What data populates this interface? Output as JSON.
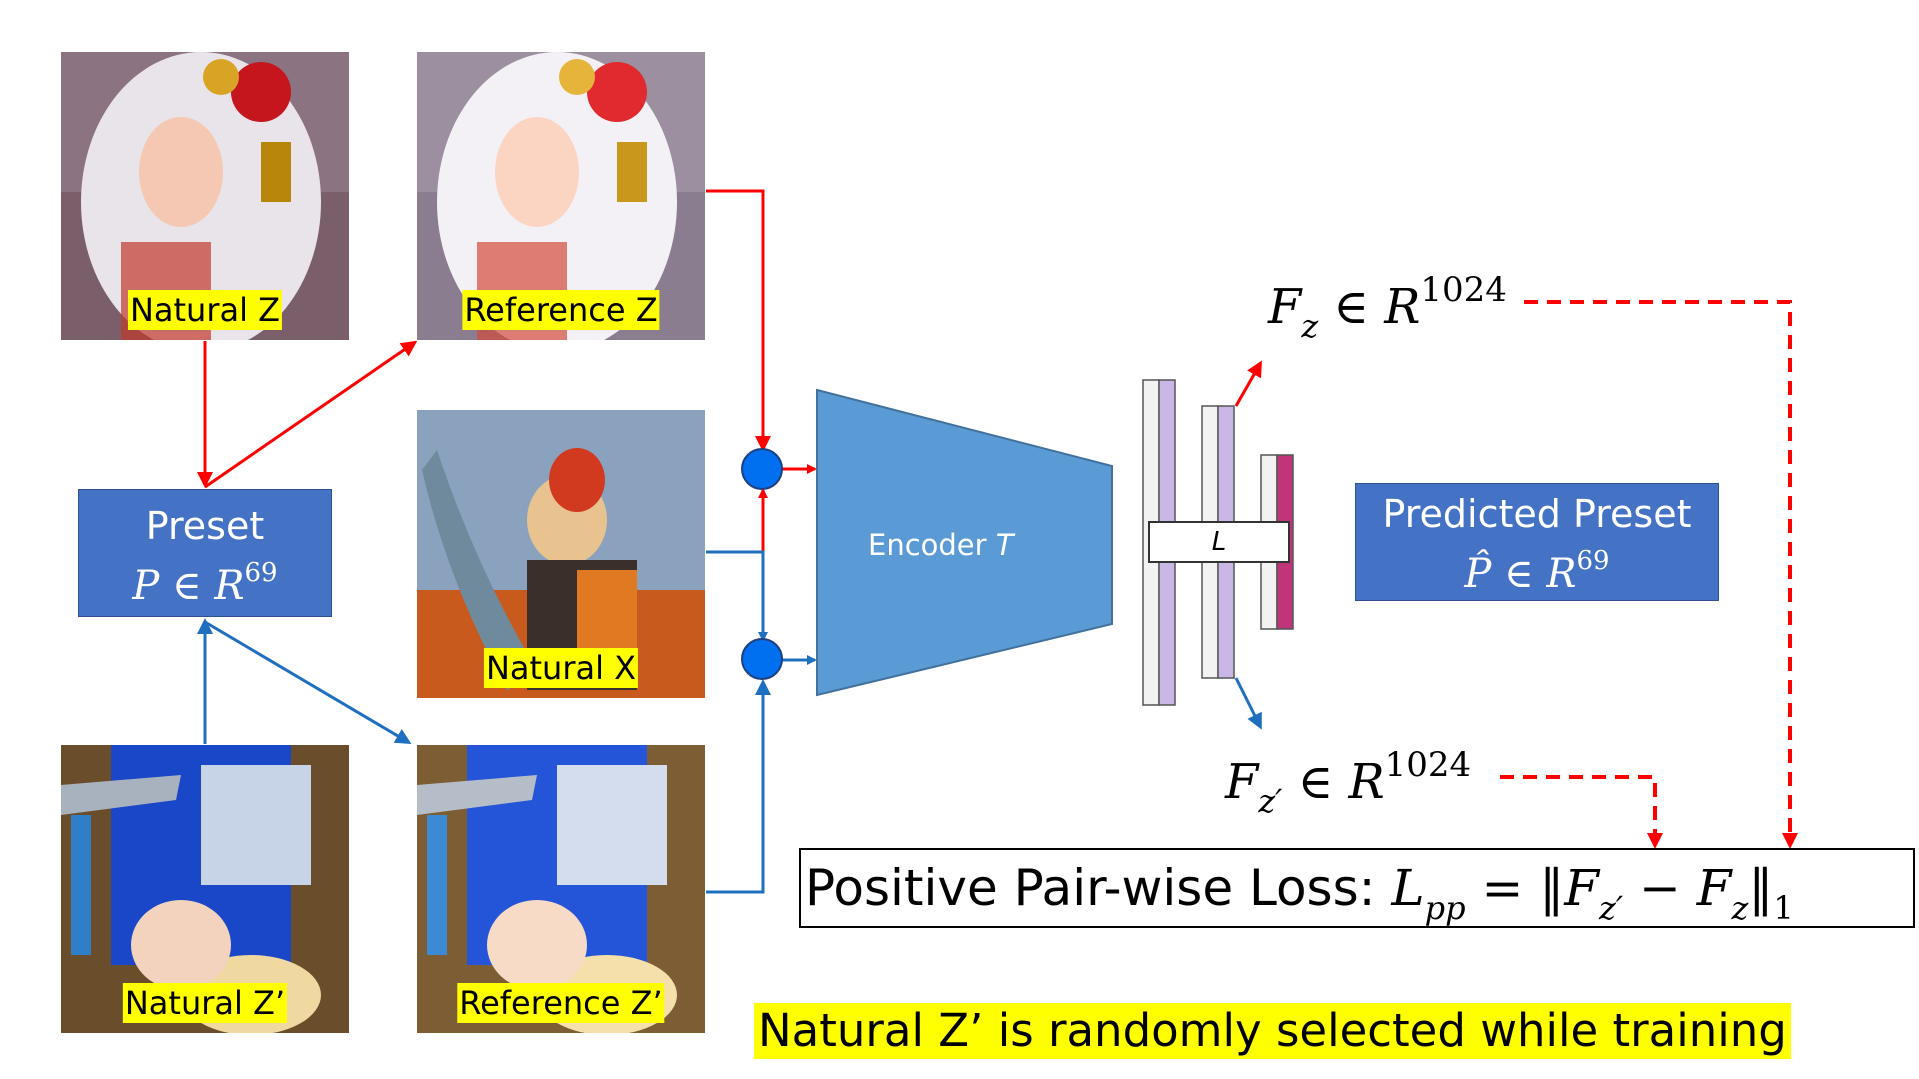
{
  "images": {
    "natural_z": {
      "label": "Natural Z"
    },
    "reference_z": {
      "label": "Reference Z"
    },
    "natural_x": {
      "label": "Natural X"
    },
    "natural_z_prime": {
      "label": "Natural Z’"
    },
    "reference_z_prime": {
      "label": "Reference Z’"
    }
  },
  "preset_box": {
    "title": "Preset",
    "var": "P",
    "in": " ∈ ",
    "space": "R",
    "dim": "69"
  },
  "predicted_box": {
    "title": "Predicted Preset",
    "var": "P̂",
    "in": " ∈ ",
    "space": "R",
    "dim": "69"
  },
  "encoder": {
    "label": "Encoder",
    "symbol": "T"
  },
  "layer_label": "L",
  "features": {
    "fz": {
      "var": "F",
      "sub": "z",
      "in": " ∈ ",
      "space": "R",
      "dim": "1024"
    },
    "fz_prime": {
      "var": "F",
      "sub": "z′",
      "in": " ∈ ",
      "space": "R",
      "dim": "1024"
    }
  },
  "loss": {
    "text": "Positive Pair-wise Loss: ",
    "lhs_var": "L",
    "lhs_sub": "pp",
    "equals": " = ‖",
    "a_var": "F",
    "a_sub": "z′",
    "minus": " − ",
    "b_var": "F",
    "b_sub": "z",
    "norm_close": "‖",
    "norm_sub": "1"
  },
  "footnote": "Natural Z’ is randomly selected while training",
  "colors": {
    "red_arrow": "#ff0000",
    "blue_arrow": "#1f6fc0",
    "box_blue": "#4472c4",
    "encoder_blue": "#5b9bd5",
    "highlight": "#ffff00"
  }
}
